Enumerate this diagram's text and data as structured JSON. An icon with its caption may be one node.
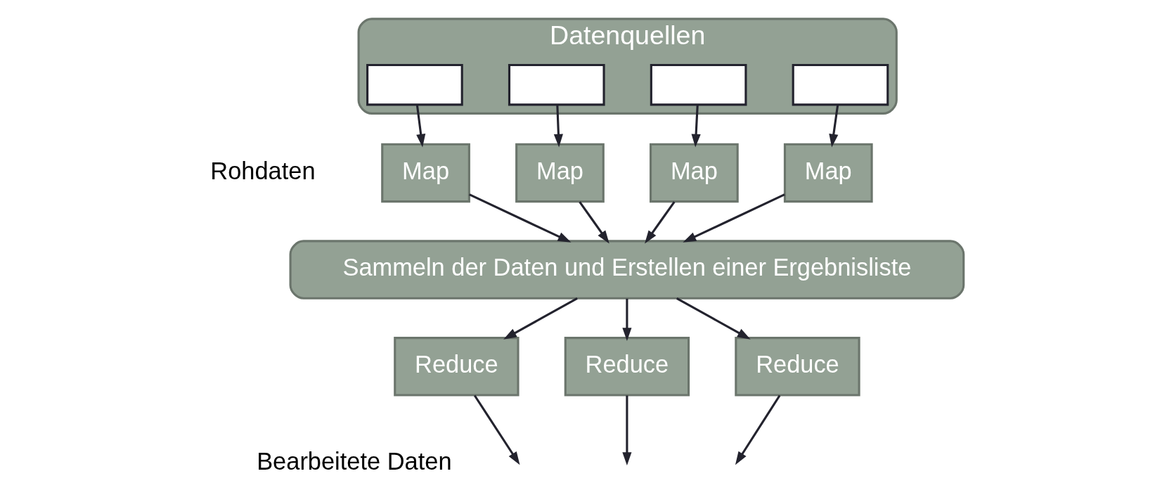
{
  "diagram": {
    "nodes": [
      {
        "text": [
          "Datenquellen"
        ]
      },
      {
        "text": [],
        "shape": "box",
        "in": 0
      },
      {
        "text": [],
        "shape": "box",
        "in": 0
      },
      {
        "text": [],
        "shape": "box",
        "in": 0
      },
      {
        "text": [],
        "shape": "box",
        "in": 0
      },
      {
        "text": [
          "Map"
        ]
      },
      {
        "text": [
          "Map"
        ]
      },
      {
        "text": [
          "Map"
        ]
      },
      {
        "text": [
          "Map"
        ]
      },
      {
        "text": [
          "Sammeln der Daten und Erstellen einer Ergebnisliste"
        ]
      },
      {
        "text": [
          "Reduce"
        ]
      },
      {
        "text": [
          "Reduce"
        ]
      },
      {
        "text": [
          "Reduce"
        ]
      }
    ],
    "edges": [
      {
        "from": 1,
        "to": 5,
        "arrow": "to"
      },
      {
        "from": 2,
        "to": 6,
        "arrow": "to"
      },
      {
        "from": 3,
        "to": 7,
        "arrow": "to"
      },
      {
        "from": 4,
        "to": 8,
        "arrow": "to"
      },
      {
        "from": 5,
        "to": 9,
        "arrow": "to"
      },
      {
        "from": 6,
        "to": 9,
        "arrow": "to"
      },
      {
        "from": 7,
        "to": 9,
        "arrow": "to"
      },
      {
        "from": 8,
        "to": 9,
        "arrow": "to"
      },
      {
        "from": 9,
        "to": 10,
        "arrow": "to"
      },
      {
        "from": 9,
        "to": 11,
        "arrow": "to"
      },
      {
        "from": 9,
        "to": 12,
        "arrow": "to"
      },
      {
        "from": 10,
        "to": null,
        "arrow": "to"
      },
      {
        "from": 11,
        "to": null,
        "arrow": "to"
      },
      {
        "from": 12,
        "to": null,
        "arrow": "to"
      }
    ],
    "labels": [
      "Rohdaten",
      "Bearbeitete Daten"
    ]
  }
}
